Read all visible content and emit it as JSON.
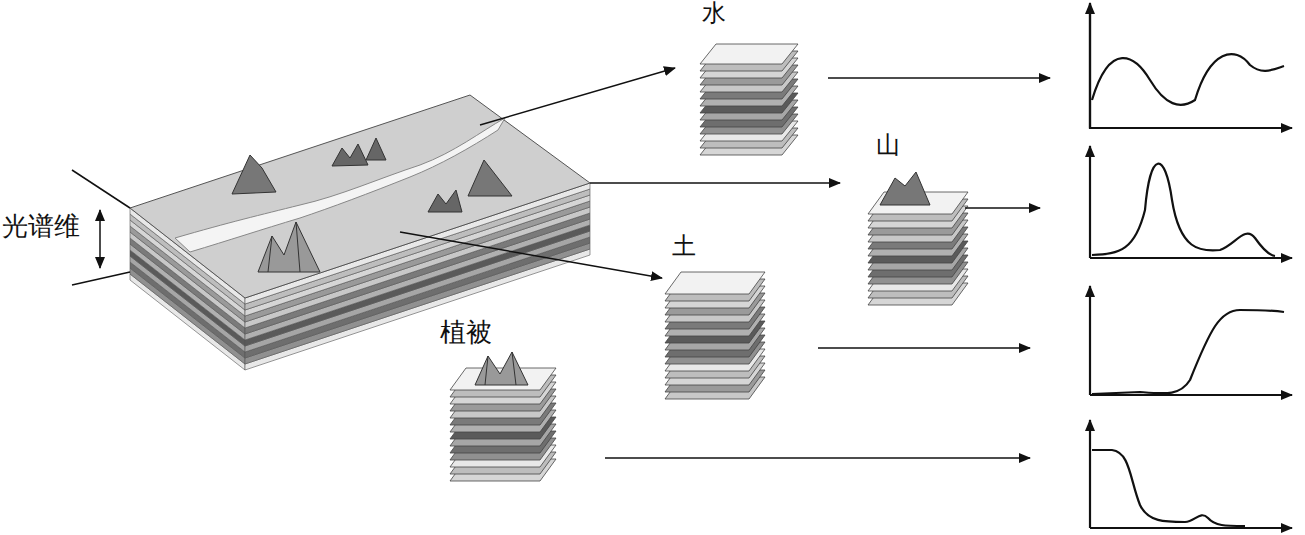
{
  "diagram": {
    "labels": [
      "光谱维",
      "水",
      "山",
      "土",
      "植被"
    ]
  }
}
